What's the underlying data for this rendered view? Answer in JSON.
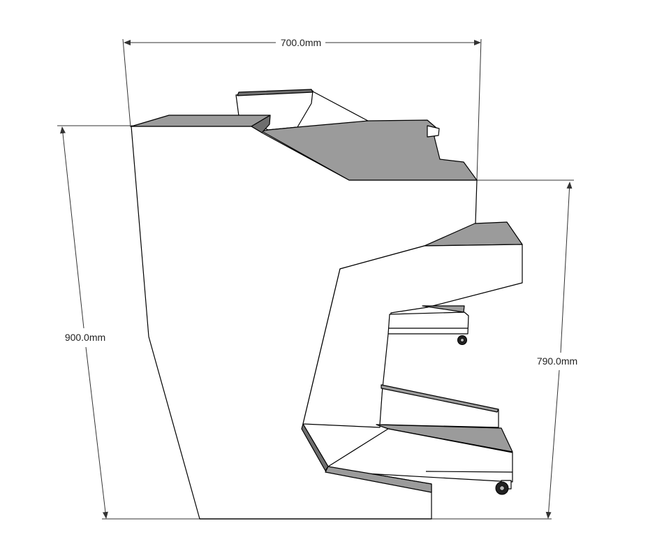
{
  "dimensions": {
    "width_label": "700.0mm",
    "total_height_label": "900.0mm",
    "desk_height_label": "790.0mm"
  }
}
